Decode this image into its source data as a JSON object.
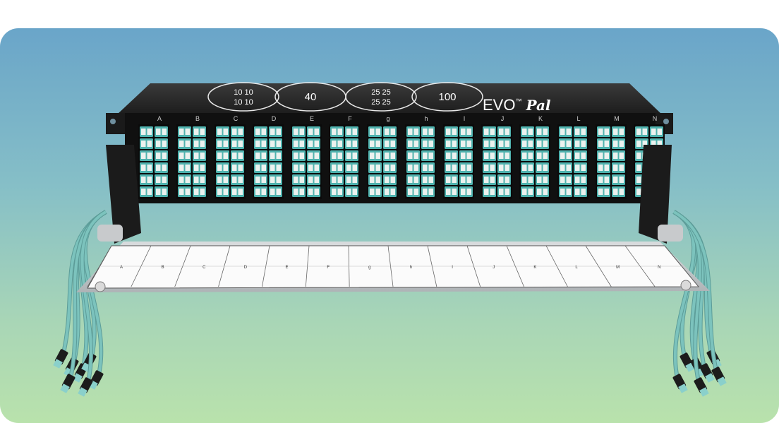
{
  "product": {
    "brand": "EVO",
    "brand_mark": "™",
    "brand_suffix": "Pal"
  },
  "speed_badges": [
    {
      "line1": "10 10",
      "line2": "10 10"
    },
    {
      "line1": "40",
      "line2": ""
    },
    {
      "line1": "25 25",
      "line2": "25 25"
    },
    {
      "line1": "100",
      "line2": ""
    }
  ],
  "module_letters": [
    "A",
    "B",
    "C",
    "D",
    "E",
    "F",
    "g",
    "h",
    "I",
    "J",
    "K",
    "L",
    "M",
    "N"
  ],
  "label_strip_letters": [
    "A",
    "B",
    "C",
    "D",
    "E",
    "F",
    "g",
    "h",
    "I",
    "J",
    "K",
    "L",
    "M",
    "N"
  ],
  "colors": {
    "background_top": "#6aa5c9",
    "background_bottom": "#b9e2ac",
    "chassis": "#141414",
    "adapter_aqua": "#4fb2ae",
    "adapter_port": "#ecf2ef",
    "cable_aqua": "#7cc3bd"
  }
}
